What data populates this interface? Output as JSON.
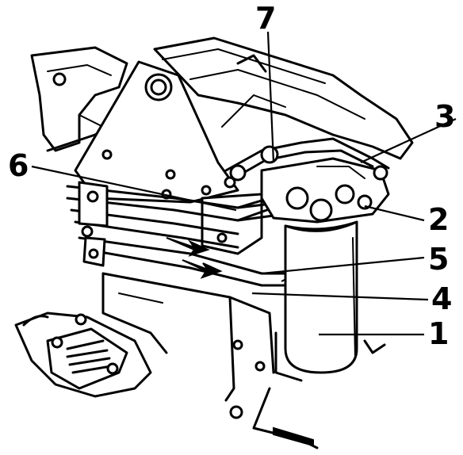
{
  "figure": {
    "description_free": true,
    "callouts": [
      {
        "id": "c1",
        "label": "1"
      },
      {
        "id": "c2",
        "label": "2"
      },
      {
        "id": "c3",
        "label": "3"
      },
      {
        "id": "c4",
        "label": "4"
      },
      {
        "id": "c5",
        "label": "5"
      },
      {
        "id": "c6",
        "label": "6"
      },
      {
        "id": "c7",
        "label": "7"
      }
    ]
  }
}
